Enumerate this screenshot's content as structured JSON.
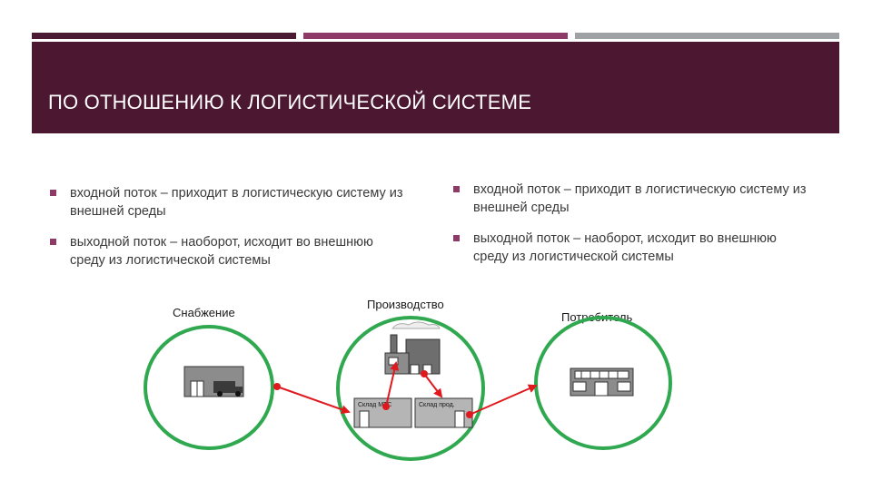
{
  "slide": {
    "title": "ПО ОТНОШЕНИЮ К ЛОГИСТИЧЕСКОЙ СИСТЕМЕ",
    "accent_colors": [
      "#4a1934",
      "#8e3a67",
      "#9ea2a5"
    ],
    "left_bullets": [
      "входной поток – приходит в логистическую систему из внешней среды",
      "выходной поток – наоборот, исходит во внешнюю среду из логистической системы"
    ],
    "right_bullets": [
      "входной поток – приходит в логистическую систему из внешней среды",
      "выходной поток – наоборот, исходит во внешнюю среду из логистической системы"
    ]
  },
  "diagram": {
    "supply_label": "Снабжение",
    "production_label": "Производство",
    "consumer_label": "Потребитель",
    "warehouse_mts_label": "Склад МТС",
    "warehouse_prod_label": "Склад прод.",
    "circle_color": "#2fa84f",
    "arrow_color": "#e0191e",
    "icons": [
      "truck-warehouse-icon",
      "factory-icon",
      "store-icon"
    ]
  }
}
